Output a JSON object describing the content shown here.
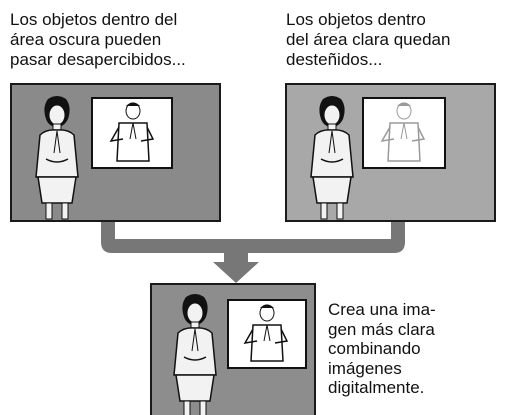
{
  "captions": {
    "dark": "Los objetos dentro del\nárea oscura pueden\npasar desapercibidos...",
    "light": "Los objetos dentro\ndel área clara quedan\ndesteñidos...",
    "combined": "Crea una ima-\ngen más clara\ncombinando\nimágenes\ndigitalmente."
  },
  "colors": {
    "dark_panel": "#8a8a8a",
    "light_panel": "#a8a8a8",
    "combined_panel": "#8d8d8d",
    "arrow": "#777777"
  },
  "icons": [
    "woman-figure-icon",
    "man-in-window-icon",
    "merge-arrow-icon"
  ]
}
